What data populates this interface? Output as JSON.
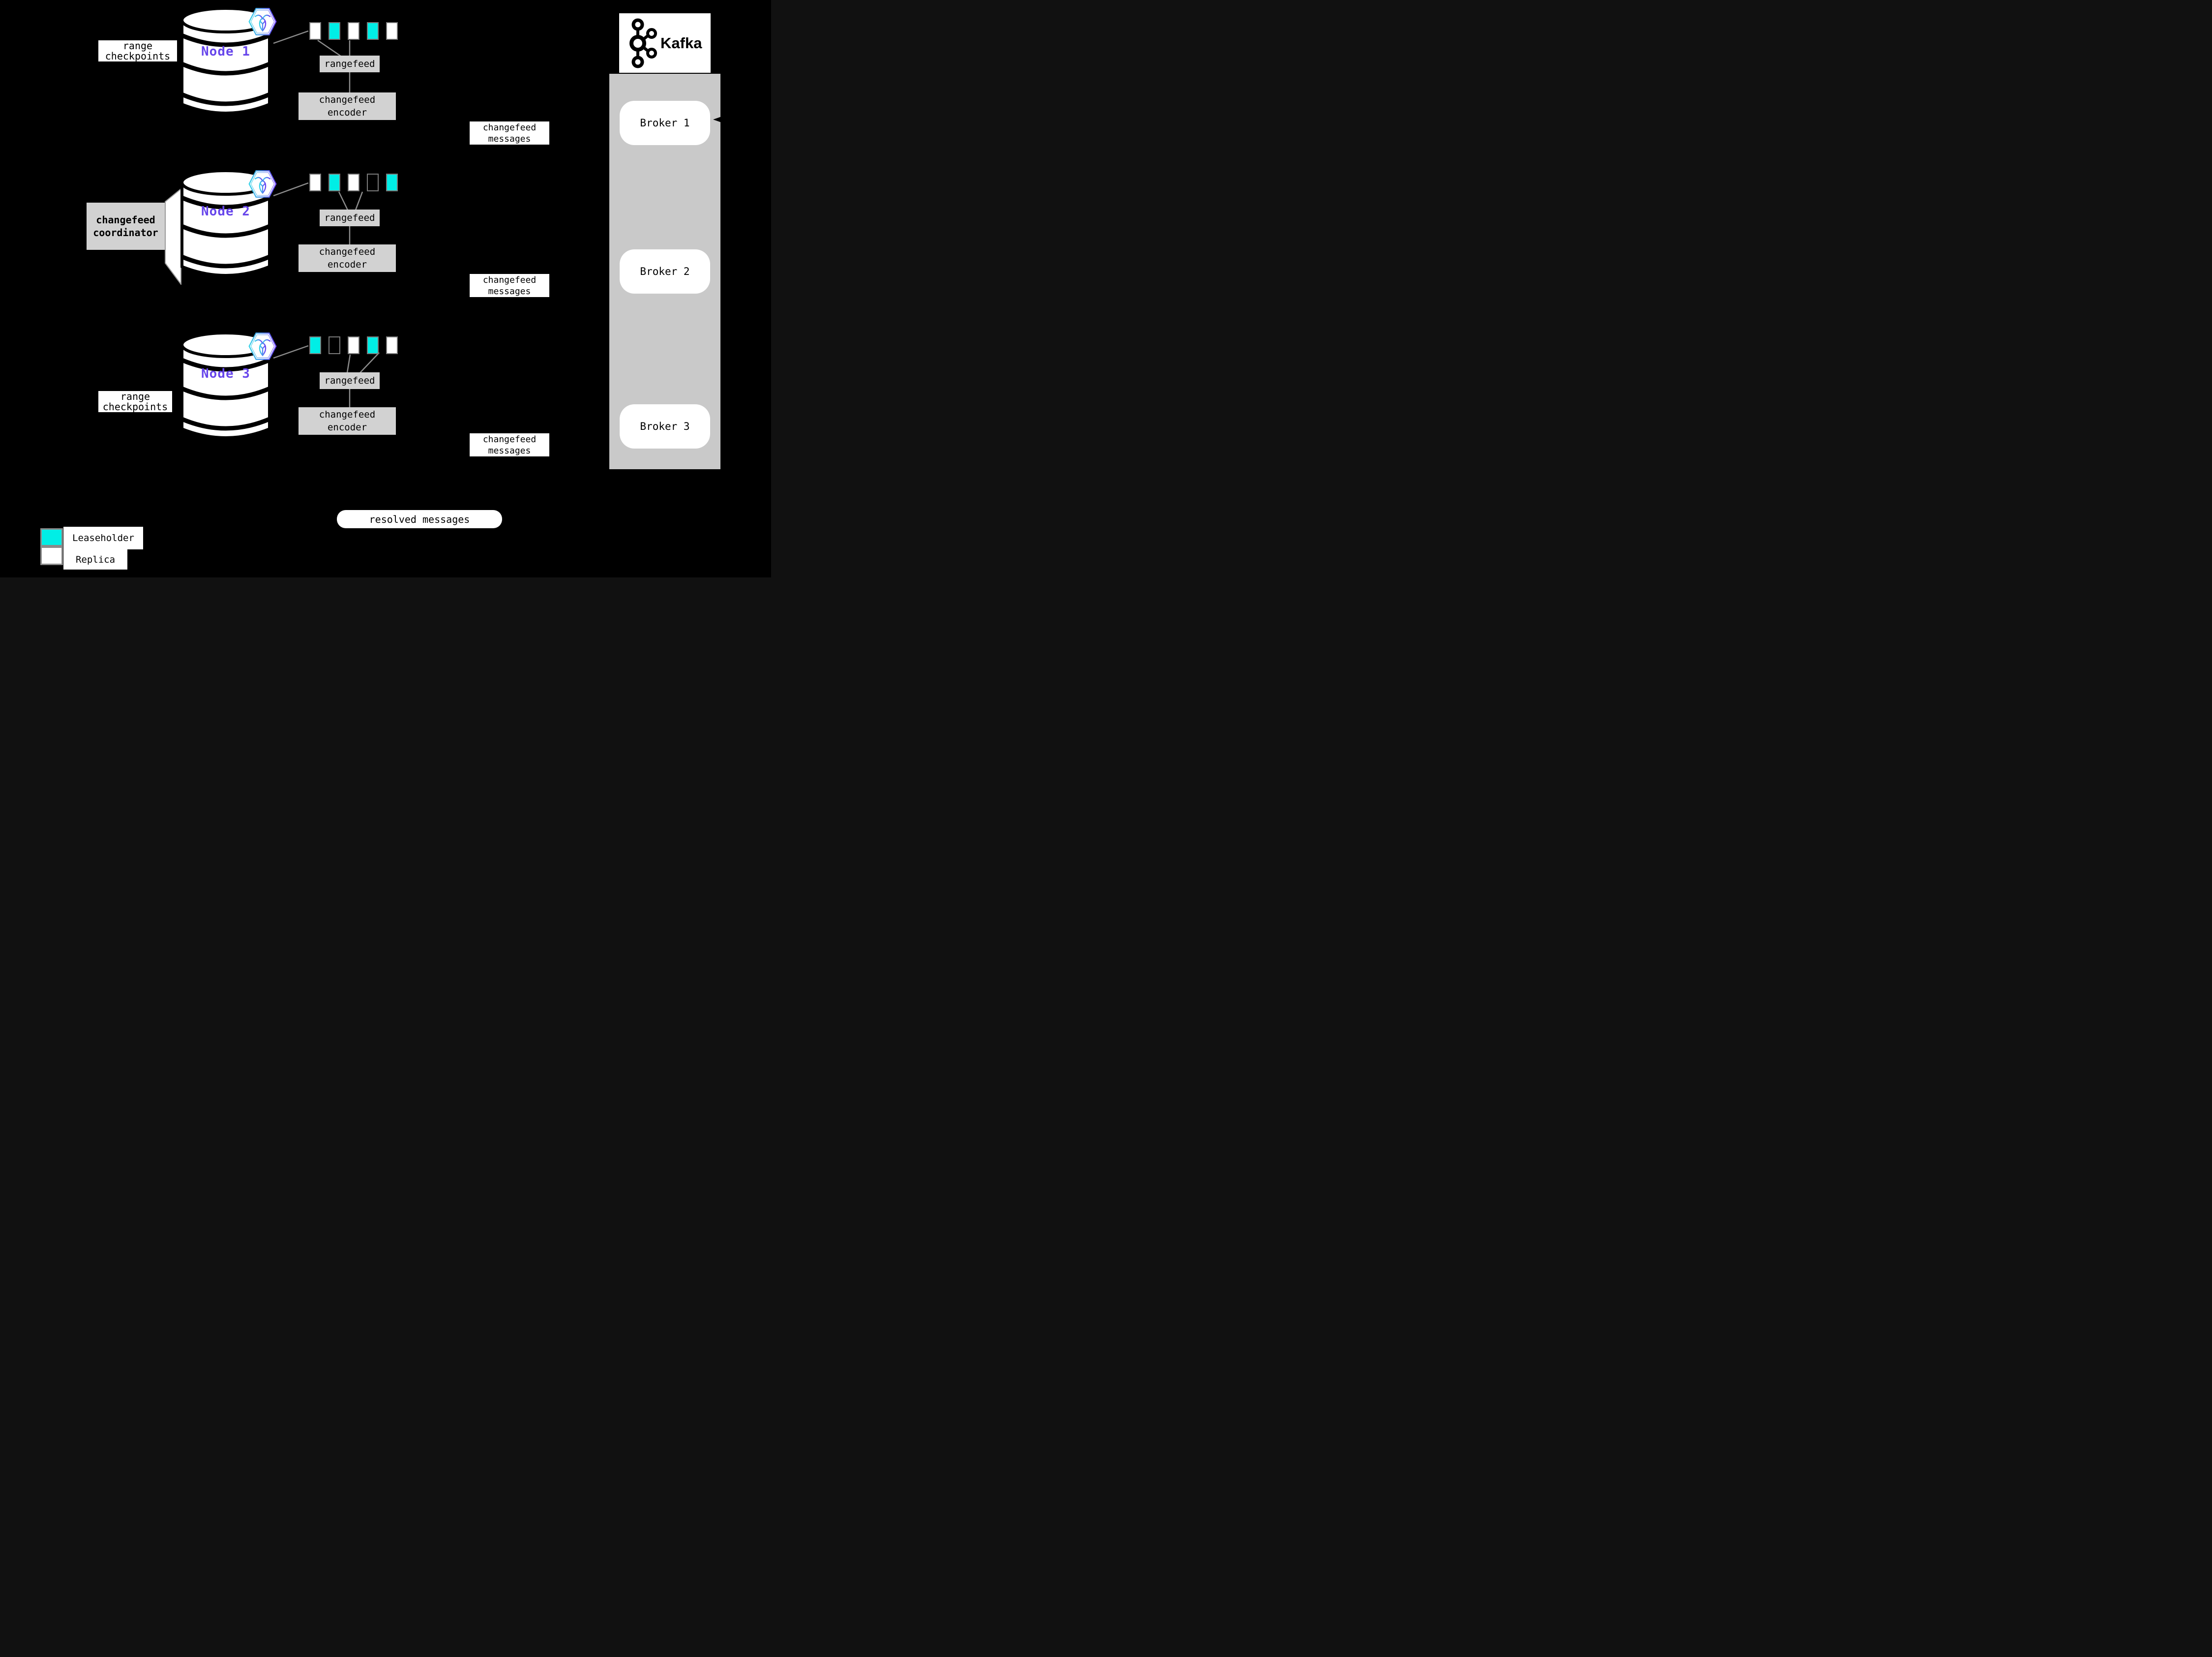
{
  "colors": {
    "background": "#000000",
    "leaseholder": "#00EEE6",
    "replica": "#FFFFFF",
    "box_gray": "#D2D2D2",
    "panel_gray": "#C9C9C9",
    "line_gray": "#8C8C8C",
    "range_border": "#7A7A7A",
    "node_label_purple": "#6746EB"
  },
  "nodes": [
    {
      "name": "Node 1",
      "side_label": "range\ncheckpoints",
      "ranges": [
        "replica",
        "leaseholder",
        "replica",
        "leaseholder",
        "replica"
      ],
      "rangefeed_label": "rangefeed",
      "encoder_label": "changefeed\nencoder",
      "messages_label": "changefeed\nmessages"
    },
    {
      "name": "Node 2",
      "side_label": "changefeed\ncoordinator",
      "ranges": [
        "replica",
        "leaseholder",
        "replica",
        "empty",
        "leaseholder"
      ],
      "rangefeed_label": "rangefeed",
      "encoder_label": "changefeed\nencoder",
      "messages_label": "changefeed\nmessages"
    },
    {
      "name": "Node 3",
      "side_label": "range\ncheckpoints",
      "ranges": [
        "leaseholder",
        "empty",
        "replica",
        "leaseholder",
        "replica"
      ],
      "rangefeed_label": "rangefeed",
      "encoder_label": "changefeed\nencoder",
      "messages_label": "changefeed\nmessages"
    }
  ],
  "kafka": {
    "brand": "Kafka",
    "brokers": [
      {
        "label": "Broker 1"
      },
      {
        "label": "Broker 2"
      },
      {
        "label": "Broker 3"
      }
    ]
  },
  "resolved_pill": "resolved messages",
  "legend": {
    "items": [
      {
        "label": "Leaseholder",
        "type": "leaseholder"
      },
      {
        "label": "Replica",
        "type": "replica"
      }
    ]
  }
}
